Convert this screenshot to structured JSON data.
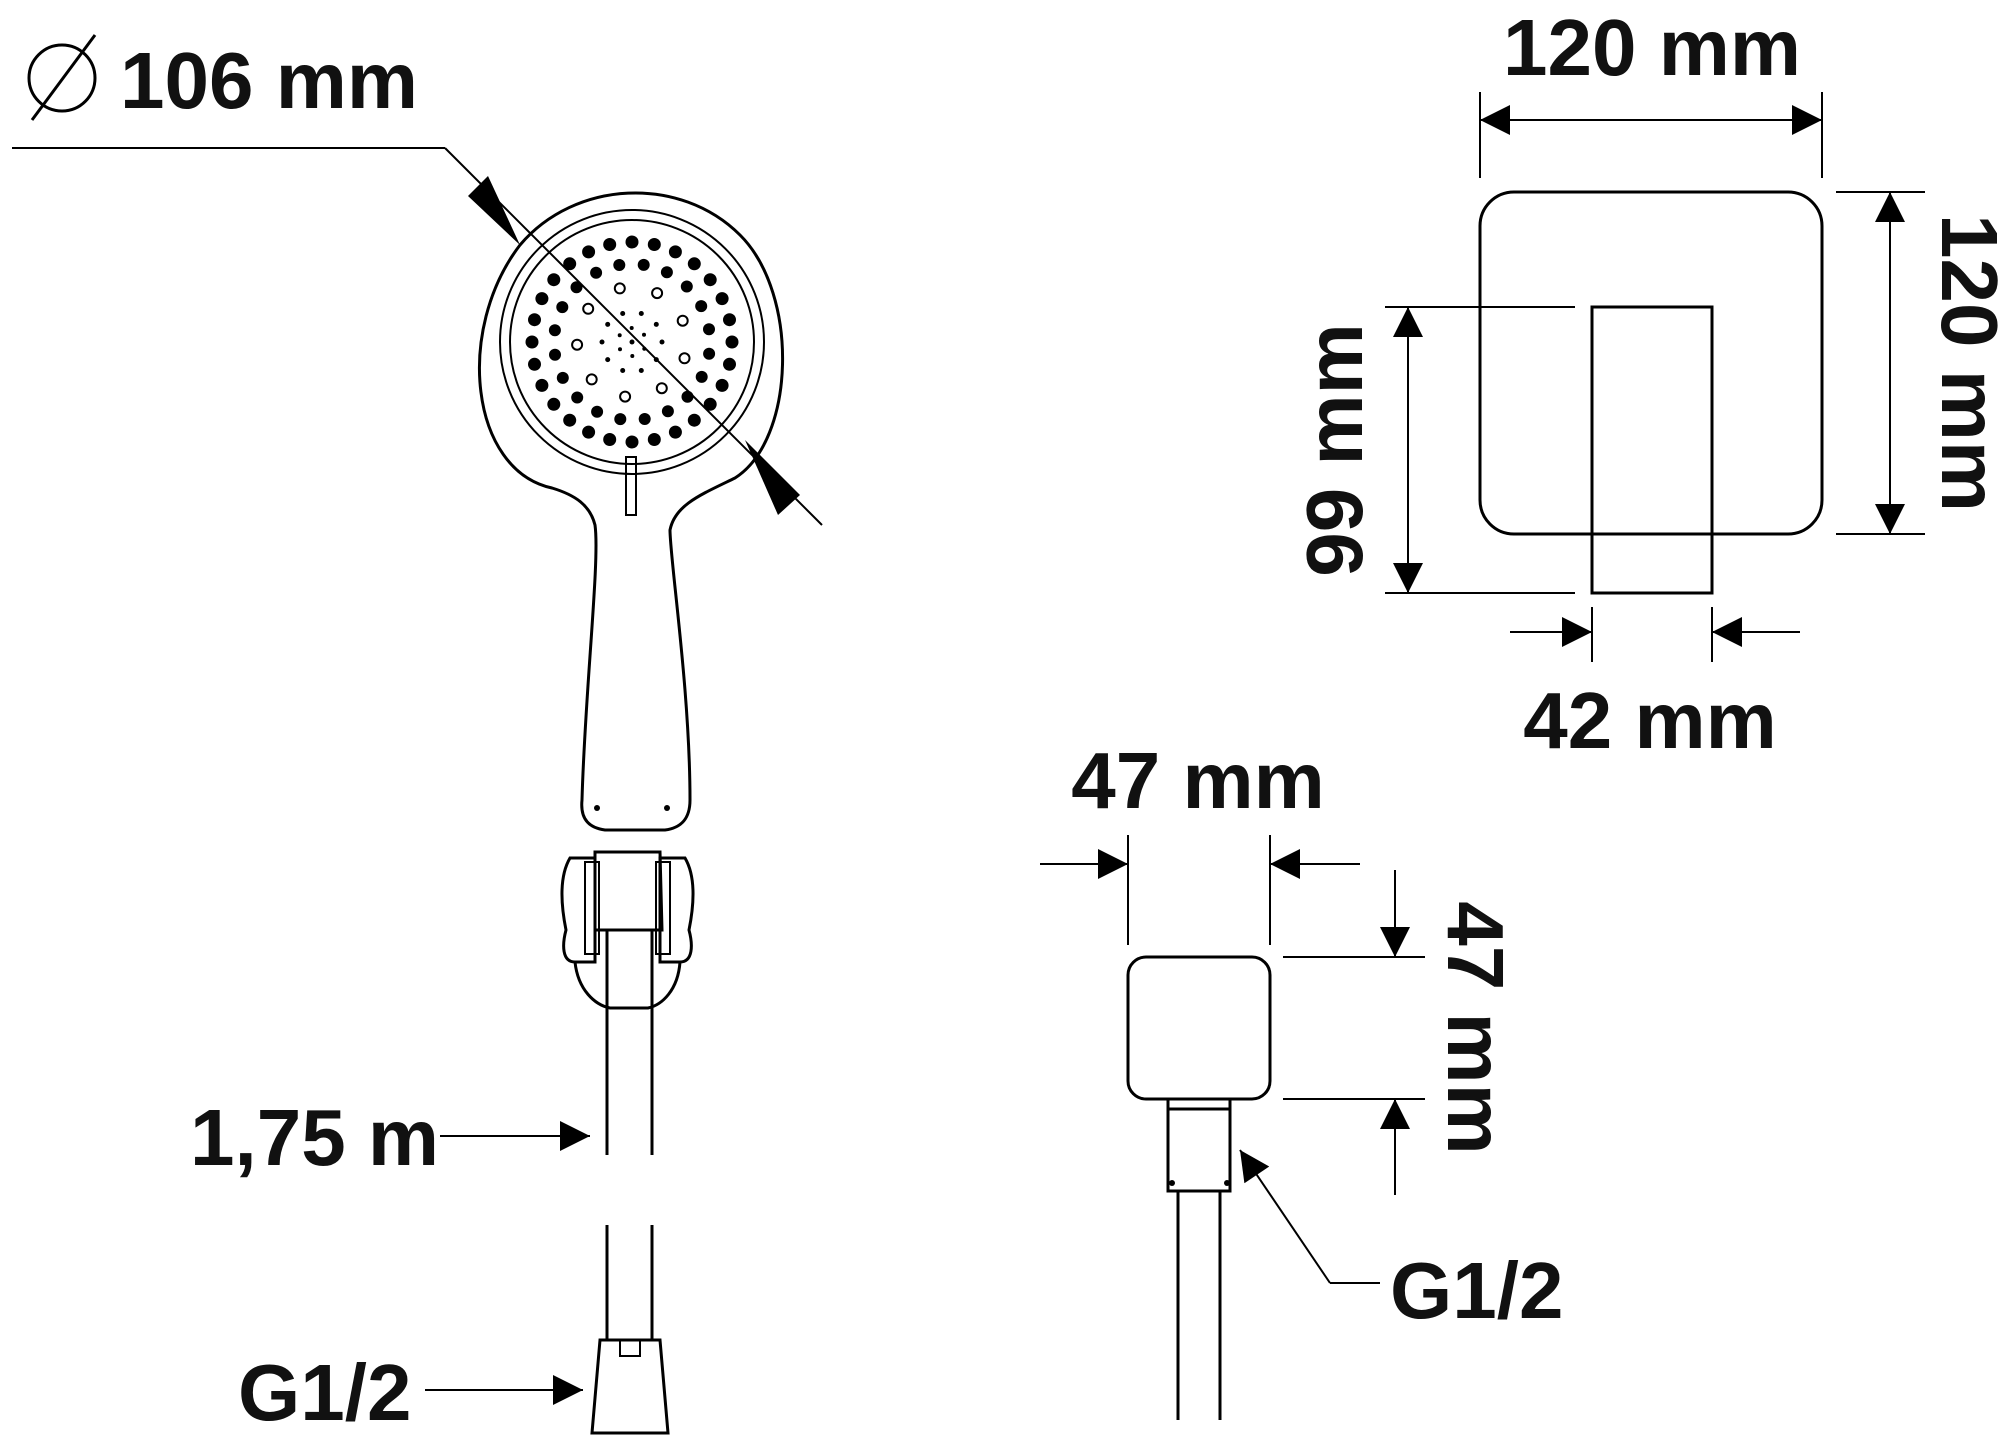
{
  "labels": {
    "showerhead_diameter": "106 mm",
    "hose_length": "1,75 m",
    "hose_connector": "G1/2",
    "holder_width": "120 mm",
    "holder_height": "120 mm",
    "holder_depth": "99 mm",
    "holder_bracket_width": "42 mm",
    "elbow_width": "47 mm",
    "elbow_height": "47 mm",
    "elbow_connector": "G1/2"
  },
  "icons": {
    "diameter_symbol": "diameter-icon"
  }
}
